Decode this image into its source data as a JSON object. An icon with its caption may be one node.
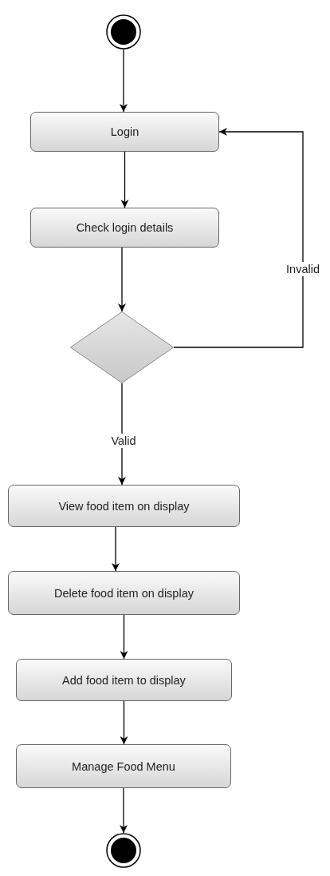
{
  "diagram": {
    "nodes": [
      {
        "text": [],
        "shape": "circle"
      },
      {
        "text": [
          "Login"
        ]
      },
      {
        "text": [
          "Check login details"
        ]
      },
      {
        "text": [],
        "shape": "diamond"
      },
      {
        "text": [
          "View food item on display"
        ]
      },
      {
        "text": [
          "Delete food item on display"
        ]
      },
      {
        "text": [
          "Add food item to display"
        ]
      },
      {
        "text": [
          "Manage Food Menu"
        ]
      },
      {
        "text": [],
        "shape": "circle"
      }
    ],
    "edges": [
      {
        "from": 0,
        "to": 1,
        "arrow": "to"
      },
      {
        "from": 1,
        "to": 2,
        "arrow": "to"
      },
      {
        "from": 2,
        "to": 3,
        "arrow": "to"
      },
      {
        "from": 3,
        "to": 1,
        "arrow": "to",
        "label": "Invalid"
      },
      {
        "from": 3,
        "to": 4,
        "arrow": "to",
        "label": "Valid"
      },
      {
        "from": 4,
        "to": 5,
        "arrow": "to"
      },
      {
        "from": 5,
        "to": 6,
        "arrow": "to"
      },
      {
        "from": 6,
        "to": 7,
        "arrow": "to"
      },
      {
        "from": 7,
        "to": 8,
        "arrow": "to"
      }
    ]
  }
}
